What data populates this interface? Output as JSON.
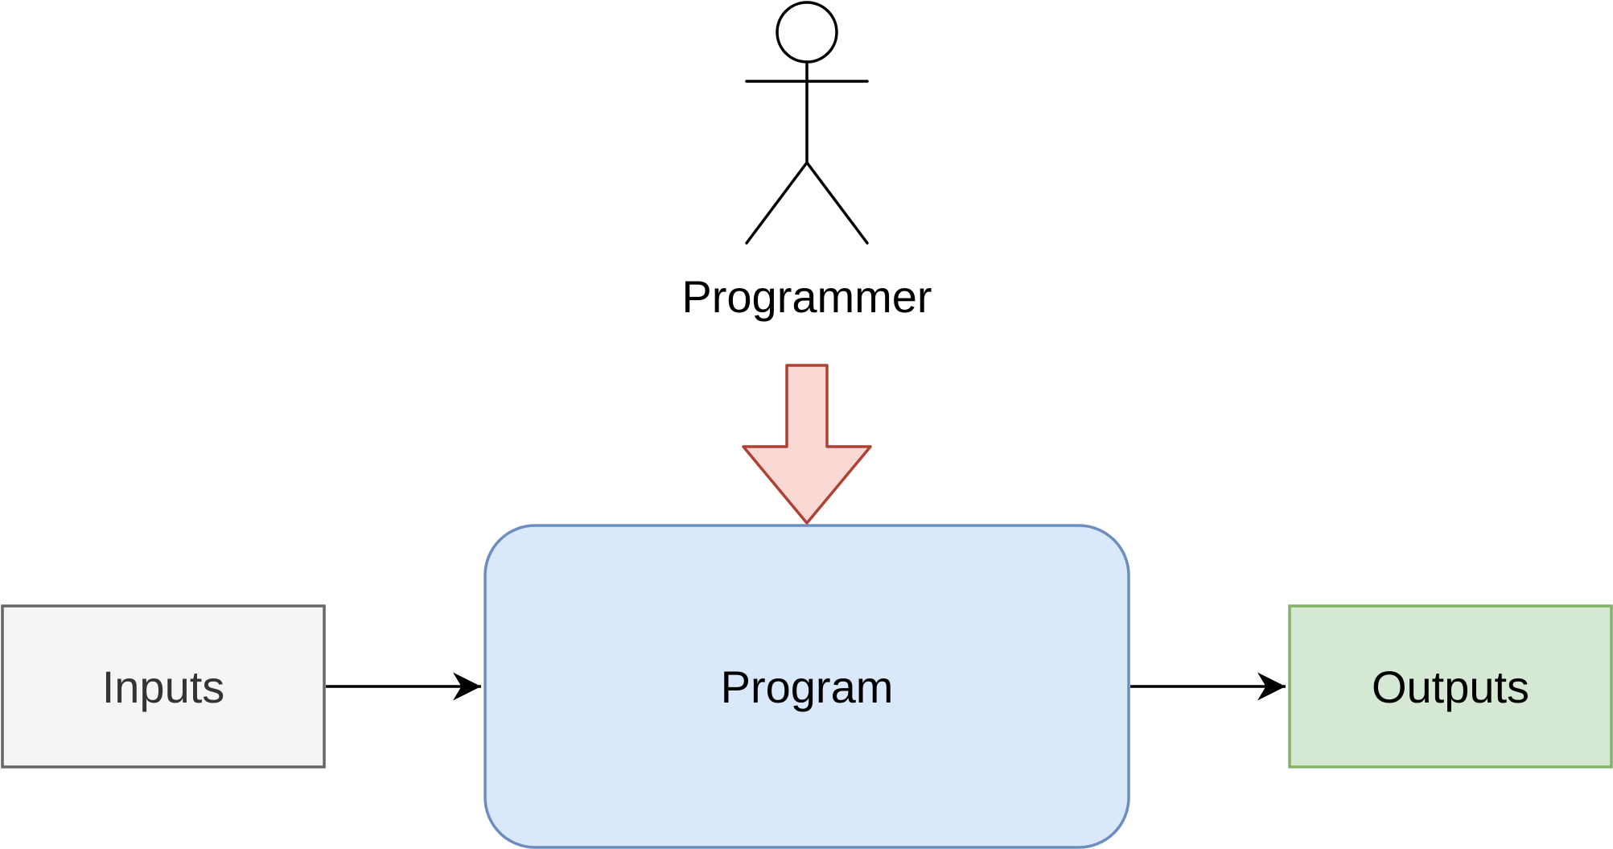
{
  "actor": {
    "label": "Programmer"
  },
  "nodes": {
    "inputs": {
      "label": "Inputs",
      "fill": "#f5f5f5",
      "stroke": "#666666",
      "text_color": "#333333"
    },
    "program": {
      "label": "Program",
      "fill": "#dae8fc",
      "stroke": "#6c8ebf",
      "text_color": "#000000"
    },
    "outputs": {
      "label": "Outputs",
      "fill": "#d5e8d4",
      "stroke": "#82b366",
      "text_color": "#000000"
    }
  },
  "block_arrow": {
    "fill": "#fad9d5",
    "stroke": "#ae4132"
  },
  "edges": [
    {
      "from": "inputs",
      "to": "program"
    },
    {
      "from": "program",
      "to": "outputs"
    }
  ]
}
